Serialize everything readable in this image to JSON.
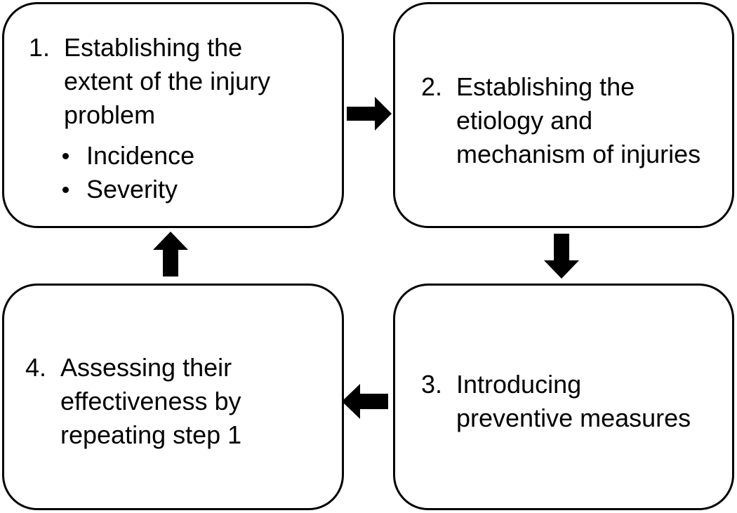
{
  "steps": [
    {
      "number": "1.",
      "lines": [
        "Establishing the",
        "extent of the injury",
        "problem"
      ],
      "bullets": [
        "Incidence",
        "Severity"
      ]
    },
    {
      "number": "2.",
      "lines": [
        "Establishing the",
        "etiology and",
        "mechanism of injuries"
      ]
    },
    {
      "number": "3.",
      "lines": [
        "Introducing",
        "preventive measures"
      ]
    },
    {
      "number": "4.",
      "lines": [
        "Assessing their",
        "effectiveness by",
        "repeating step 1"
      ]
    }
  ],
  "arrows": [
    {
      "from": "1",
      "to": "2",
      "direction": "right"
    },
    {
      "from": "2",
      "to": "3",
      "direction": "down"
    },
    {
      "from": "3",
      "to": "4",
      "direction": "left"
    },
    {
      "from": "4",
      "to": "1",
      "direction": "up"
    }
  ],
  "colors": {
    "stroke": "#000000",
    "background": "#ffffff"
  }
}
